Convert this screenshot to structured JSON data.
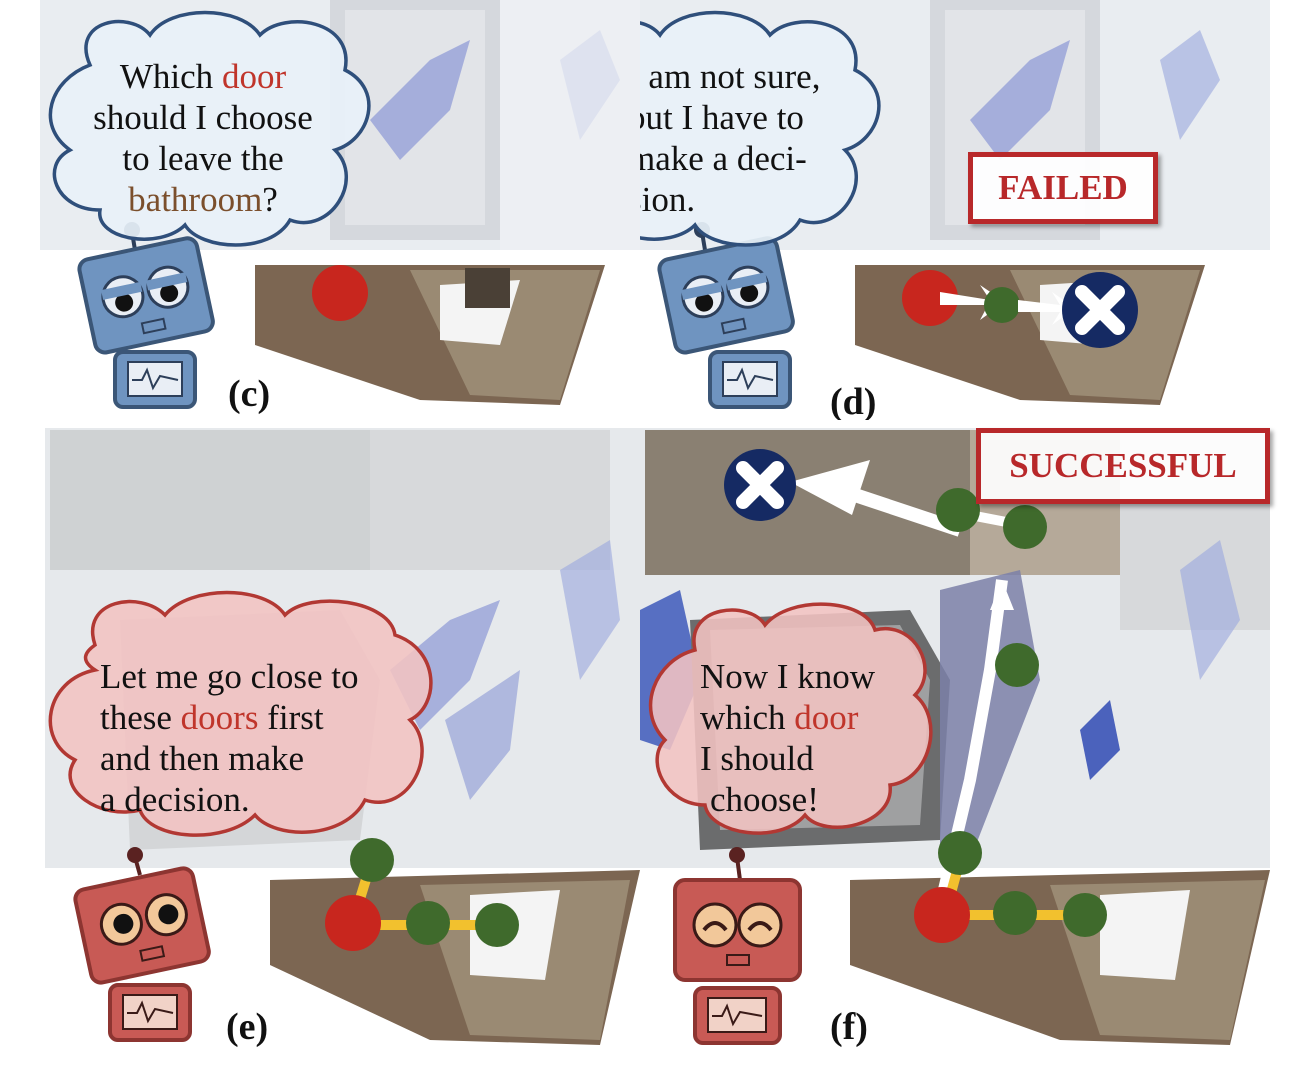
{
  "panels": {
    "c": {
      "label": "(c)",
      "thought": {
        "l1": "Which ",
        "l1_kw": "door",
        "l2": "should I choose",
        "l3": "to leave the",
        "l4_kw": "bathroom",
        "l4_end": "?"
      }
    },
    "d": {
      "label": "(d)",
      "thought": {
        "l1": "I am not sure,",
        "l2": "but I have to",
        "l3": "make a deci-",
        "l4": "sion."
      },
      "status": "FAILED"
    },
    "e": {
      "label": "(e)",
      "thought": {
        "l1": "Let me go close to",
        "l2a": "these ",
        "l2_kw": "doors",
        "l2b": " first",
        "l3": "and then make",
        "l4": "a decision."
      }
    },
    "f": {
      "label": "(f)",
      "thought": {
        "l1": "Now I know",
        "l2a": "which ",
        "l2_kw": "door",
        "l3": "I should",
        "l4": "choose!"
      },
      "status": "SUCCESSFUL"
    }
  },
  "colors": {
    "blue_robot": "#6f94c0",
    "red_robot": "#c85a55",
    "start_node": "#c8261e",
    "waypoint_node": "#3f6a2c",
    "goal_node": "#152a63",
    "edge": "#f2c12e",
    "status_red": "#b8282a",
    "keyword_red": "#c0352b",
    "keyword_brown": "#7b4f2c"
  }
}
